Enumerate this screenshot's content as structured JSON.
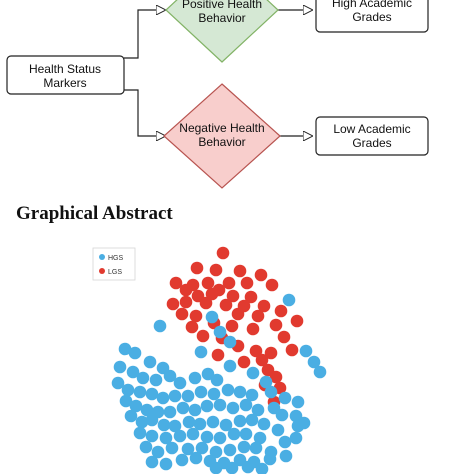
{
  "diagram": {
    "nodes": {
      "markers": "Health Status Markers",
      "positive": "Positive Health Behavior",
      "negative": "Negative Health Behavior",
      "high": "High Academic Grades",
      "low": "Low Academic Grades"
    },
    "colors": {
      "positive_fill": "#d5e8d4",
      "positive_stroke": "#82b366",
      "negative_fill": "#f8cecc",
      "negative_stroke": "#b85450",
      "box_stroke": "#222222"
    }
  },
  "heading": "Graphical Abstract",
  "chart_data": {
    "type": "scatter",
    "legend": [
      {
        "name": "HGS",
        "color": "#4aaee3"
      },
      {
        "name": "LGS",
        "color": "#e13a2f"
      }
    ],
    "legend_position": "top-left",
    "grid": false,
    "series": [
      {
        "name": "LGS",
        "color": "#e13a2f",
        "points": [
          [
            223,
            253
          ],
          [
            197,
            268
          ],
          [
            216,
            270
          ],
          [
            240,
            271
          ],
          [
            261,
            275
          ],
          [
            176,
            283
          ],
          [
            193,
            285
          ],
          [
            208,
            283
          ],
          [
            229,
            283
          ],
          [
            247,
            283
          ],
          [
            272,
            285
          ],
          [
            186,
            290
          ],
          [
            219,
            290
          ],
          [
            198,
            296
          ],
          [
            212,
            294
          ],
          [
            233,
            296
          ],
          [
            251,
            297
          ],
          [
            173,
            304
          ],
          [
            186,
            302
          ],
          [
            206,
            303
          ],
          [
            226,
            305
          ],
          [
            244,
            306
          ],
          [
            264,
            306
          ],
          [
            182,
            314
          ],
          [
            196,
            316
          ],
          [
            238,
            314
          ],
          [
            258,
            316
          ],
          [
            281,
            311
          ],
          [
            192,
            327
          ],
          [
            214,
            323
          ],
          [
            232,
            326
          ],
          [
            253,
            329
          ],
          [
            276,
            325
          ],
          [
            297,
            321
          ],
          [
            203,
            336
          ],
          [
            222,
            338
          ],
          [
            238,
            346
          ],
          [
            284,
            337
          ],
          [
            256,
            351
          ],
          [
            271,
            353
          ],
          [
            292,
            350
          ],
          [
            218,
            355
          ],
          [
            244,
            362
          ],
          [
            262,
            360
          ],
          [
            268,
            370
          ],
          [
            276,
            377
          ],
          [
            265,
            385
          ],
          [
            280,
            388
          ],
          [
            274,
            402
          ]
        ]
      },
      {
        "name": "HGS",
        "color": "#4aaee3",
        "points": [
          [
            289,
            300
          ],
          [
            212,
            317
          ],
          [
            160,
            326
          ],
          [
            220,
            332
          ],
          [
            230,
            342
          ],
          [
            306,
            351
          ],
          [
            125,
            349
          ],
          [
            135,
            353
          ],
          [
            201,
            352
          ],
          [
            314,
            362
          ],
          [
            150,
            362
          ],
          [
            163,
            368
          ],
          [
            120,
            367
          ],
          [
            230,
            366
          ],
          [
            320,
            372
          ],
          [
            133,
            372
          ],
          [
            143,
            378
          ],
          [
            156,
            380
          ],
          [
            170,
            376
          ],
          [
            180,
            383
          ],
          [
            195,
            378
          ],
          [
            208,
            374
          ],
          [
            217,
            380
          ],
          [
            253,
            373
          ],
          [
            266,
            382
          ],
          [
            118,
            383
          ],
          [
            128,
            390
          ],
          [
            140,
            392
          ],
          [
            152,
            394
          ],
          [
            163,
            398
          ],
          [
            175,
            396
          ],
          [
            188,
            396
          ],
          [
            201,
            392
          ],
          [
            214,
            394
          ],
          [
            228,
            390
          ],
          [
            240,
            392
          ],
          [
            252,
            395
          ],
          [
            271,
            392
          ],
          [
            285,
            398
          ],
          [
            126,
            401
          ],
          [
            136,
            406
          ],
          [
            147,
            410
          ],
          [
            158,
            412
          ],
          [
            170,
            412
          ],
          [
            183,
            408
          ],
          [
            195,
            410
          ],
          [
            207,
            406
          ],
          [
            220,
            405
          ],
          [
            233,
            408
          ],
          [
            246,
            405
          ],
          [
            258,
            410
          ],
          [
            274,
            408
          ],
          [
            298,
            402
          ],
          [
            131,
            416
          ],
          [
            142,
            422
          ],
          [
            152,
            420
          ],
          [
            164,
            425
          ],
          [
            175,
            426
          ],
          [
            189,
            422
          ],
          [
            200,
            424
          ],
          [
            213,
            422
          ],
          [
            226,
            425
          ],
          [
            240,
            421
          ],
          [
            252,
            420
          ],
          [
            264,
            424
          ],
          [
            282,
            415
          ],
          [
            296,
            416
          ],
          [
            140,
            433
          ],
          [
            152,
            436
          ],
          [
            166,
            438
          ],
          [
            180,
            436
          ],
          [
            193,
            434
          ],
          [
            207,
            437
          ],
          [
            220,
            438
          ],
          [
            234,
            434
          ],
          [
            246,
            434
          ],
          [
            260,
            438
          ],
          [
            278,
            430
          ],
          [
            298,
            426
          ],
          [
            304,
            423
          ],
          [
            146,
            447
          ],
          [
            158,
            452
          ],
          [
            172,
            448
          ],
          [
            188,
            449
          ],
          [
            202,
            448
          ],
          [
            216,
            452
          ],
          [
            230,
            450
          ],
          [
            244,
            447
          ],
          [
            256,
            448
          ],
          [
            271,
            452
          ],
          [
            285,
            442
          ],
          [
            296,
            438
          ],
          [
            152,
            462
          ],
          [
            166,
            464
          ],
          [
            182,
            460
          ],
          [
            196,
            458
          ],
          [
            210,
            461
          ],
          [
            224,
            463
          ],
          [
            240,
            460
          ],
          [
            254,
            462
          ],
          [
            270,
            459
          ],
          [
            286,
            456
          ],
          [
            216,
            468
          ],
          [
            232,
            468
          ],
          [
            248,
            467
          ],
          [
            262,
            469
          ]
        ]
      }
    ]
  }
}
